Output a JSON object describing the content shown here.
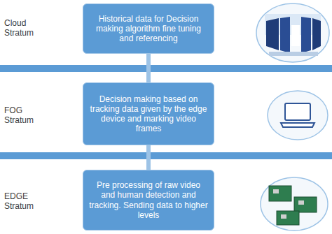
{
  "diagram": {
    "nodes": [
      {
        "text": [
          "Historical data for Decision making algorithm fine tuning and referencing"
        ]
      },
      {
        "text": [
          "Decision making based on tracking data given by the edge device and marking video frames"
        ]
      },
      {
        "text": [
          "Pre processing of raw video and human detection and tracking. Sending data to higher levels"
        ]
      }
    ],
    "edges": [
      {
        "from": 2,
        "to": 1,
        "arrow": "none"
      },
      {
        "from": 1,
        "to": 0,
        "arrow": "none"
      }
    ],
    "labels": [
      "Cloud Stratum",
      "FOG Stratum",
      "EDGE Stratum"
    ]
  }
}
